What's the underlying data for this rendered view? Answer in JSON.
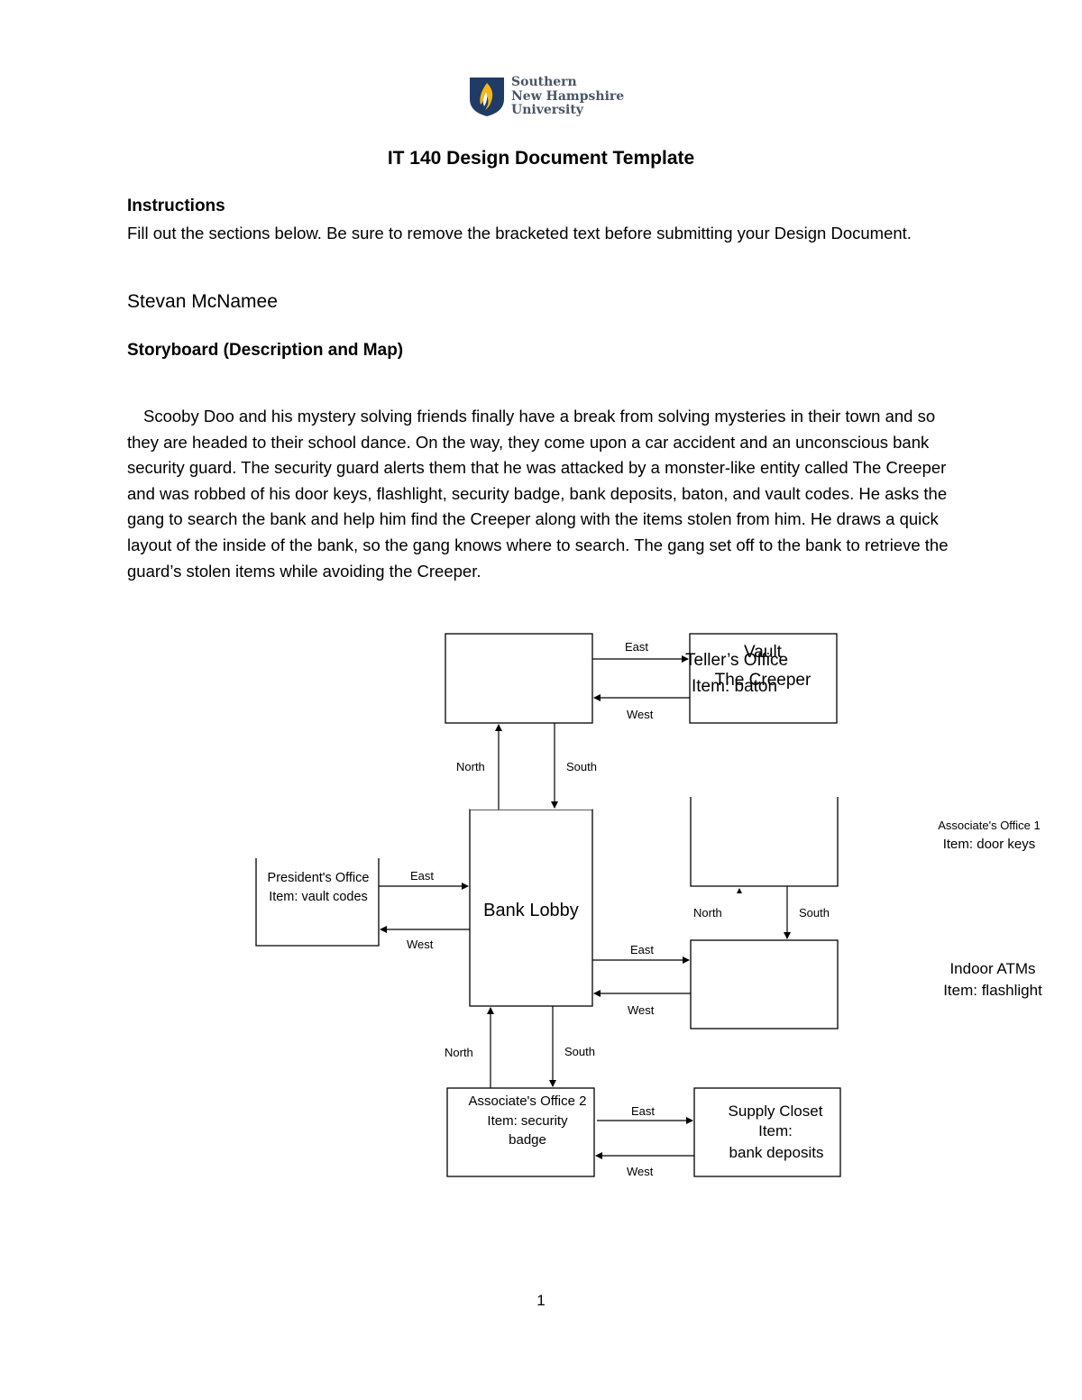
{
  "header": {
    "logo_lines": [
      "Southern",
      "New Hampshire",
      "University"
    ]
  },
  "title": "IT 140 Design Document Template",
  "instructions": {
    "heading": "Instructions",
    "body": "Fill out the sections below. Be sure to remove the bracketed text before submitting your Design Document."
  },
  "author": "Stevan McNamee",
  "storyboard": {
    "heading": "Storyboard (Description and Map)",
    "paragraph": "Scooby Doo and his mystery solving friends finally have a break from solving mysteries in their town and so they are headed to their school dance. On the way, they come upon a car accident and an unconscious bank security guard. The security guard alerts them that he was attacked by a monster-like entity called The Creeper and was robbed of his door keys, flashlight, security badge, bank deposits, baton, and vault codes. He asks the gang to search the bank and help him find the Creeper along with the items stolen from him. He draws a quick layout of the inside of the bank, so the gang knows where to search. The gang set off to the bank to retrieve the guard’s stolen items while avoiding the Creeper."
  },
  "map": {
    "tellers_office": [
      "Teller’s Office",
      "Item: baton"
    ],
    "vault": [
      "Vault",
      "The Creeper"
    ],
    "presidents_office": [
      "President's Office",
      "Item: vault codes"
    ],
    "bank_lobby": "Bank Lobby",
    "associates_office_1": [
      "Associate's Office 1",
      "Item: door keys"
    ],
    "indoor_atms": [
      "Indoor ATMs",
      "Item: flashlight"
    ],
    "associates_office_2": [
      "Associate's Office 2",
      "Item: security",
      "badge"
    ],
    "supply_closet": [
      "Supply Closet",
      "Item:",
      "bank deposits"
    ],
    "directions": {
      "east": "East",
      "west": "West",
      "north": "North",
      "south": "South"
    }
  },
  "page_number": "1",
  "colors": {
    "logo_navy": "#1f3b66",
    "logo_gold": "#f3b61b",
    "logo_text": "#4a5566"
  }
}
